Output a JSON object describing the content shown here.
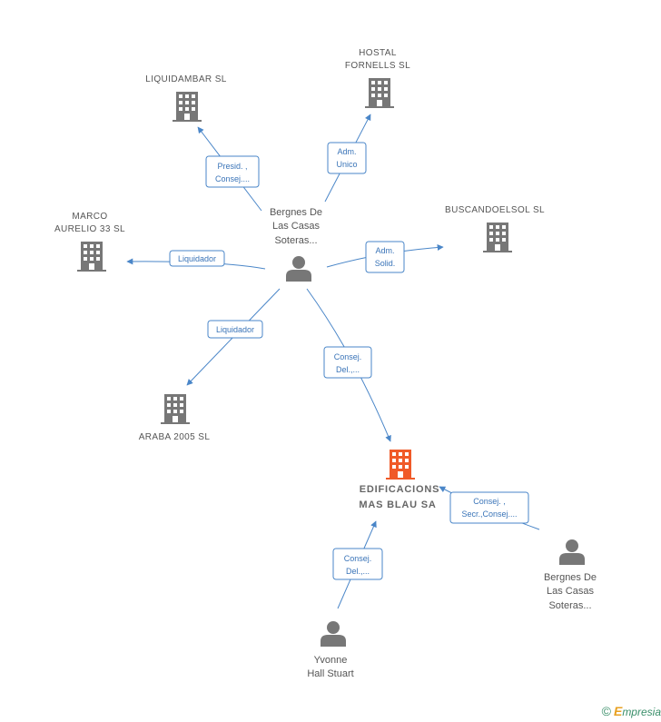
{
  "colors": {
    "company": "#777777",
    "company_main": "#f05a28",
    "person": "#777777",
    "edge": "#4a86c8"
  },
  "nodes": {
    "liquidambar": {
      "lines": [
        "LIQUIDAMBAR SL"
      ],
      "icon": "building-icon"
    },
    "hostal": {
      "lines": [
        "HOSTAL",
        "FORNELLS SL"
      ],
      "icon": "building-icon"
    },
    "marco": {
      "lines": [
        "MARCO",
        "AURELIO 33 SL"
      ],
      "icon": "building-icon"
    },
    "buscando": {
      "lines": [
        "BUSCANDOELSOL SL"
      ],
      "icon": "building-icon"
    },
    "araba": {
      "lines": [
        "ARABA 2005 SL"
      ],
      "icon": "building-icon"
    },
    "edificaciones": {
      "lines": [
        "EDIFICACIONS",
        "MAS BLAU SA"
      ],
      "icon": "building-icon"
    },
    "bergnes_center": {
      "lines": [
        "Bergnes De",
        "Las Casas",
        "Soteras..."
      ],
      "icon": "person-icon"
    },
    "bergnes_right": {
      "lines": [
        "Bergnes De",
        "Las Casas",
        "Soteras..."
      ],
      "icon": "person-icon"
    },
    "yvonne": {
      "lines": [
        "Yvonne",
        "Hall Stuart"
      ],
      "icon": "person-icon"
    }
  },
  "edges": {
    "to_liquidambar": [
      "Presid. ,",
      "Consej...."
    ],
    "to_hostal": [
      "Adm.",
      "Unico"
    ],
    "to_marco": [
      "Liquidador"
    ],
    "to_buscando": [
      "Adm.",
      "Solid."
    ],
    "to_araba": [
      "Liquidador"
    ],
    "to_edificaciones_center": [
      "Consej.",
      "Del.,..."
    ],
    "to_edificaciones_right": [
      "Consej. ,",
      "Secr.,Consej...."
    ],
    "to_edificaciones_yvonne": [
      "Consej.",
      "Del.,..."
    ]
  },
  "watermark": {
    "copyright": "©",
    "brand_initial": "E",
    "brand_rest": "mpresia"
  }
}
